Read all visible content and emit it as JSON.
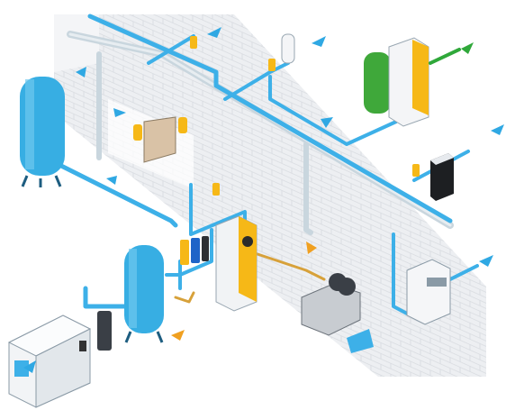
{
  "diagram": {
    "title": "",
    "colors": {
      "pipe": "#3db0e8",
      "pipe_dark": "#1f7fb5",
      "pipe_grey": "#c9d6de",
      "tank": "#37aee3",
      "green_unit": "#3fa83a",
      "dryer_yellow": "#f6b817",
      "condensate_pipe": "#d7a13a",
      "brick": "#e6e8ec",
      "arrow_blue": "#2fa8e3",
      "arrow_green": "#2fa83a",
      "arrow_orange": "#f0a020"
    },
    "components": [
      {
        "id": "compressor",
        "icon": "air-compressor-icon"
      },
      {
        "id": "receiver-left",
        "icon": "vertical-air-receiver-icon"
      },
      {
        "id": "receiver-lower",
        "icon": "vertical-air-receiver-icon"
      },
      {
        "id": "refrigeration-dryer",
        "icon": "dryer-icon"
      },
      {
        "id": "desiccant-dryer",
        "icon": "desiccant-dryer-icon"
      },
      {
        "id": "nitrogen-generator",
        "icon": "nitrogen-generator-icon"
      },
      {
        "id": "oil-water-separator",
        "icon": "oil-water-separator-icon"
      },
      {
        "id": "point-of-use-dryer",
        "icon": "point-of-use-dryer-icon"
      },
      {
        "id": "breathing-air-unit",
        "icon": "breathing-air-unit-icon"
      }
    ],
    "flows": [
      {
        "kind": "compressed-air",
        "color_key": "arrow_blue"
      },
      {
        "kind": "nitrogen",
        "color_key": "arrow_green"
      },
      {
        "kind": "condensate",
        "color_key": "arrow_orange"
      }
    ]
  }
}
